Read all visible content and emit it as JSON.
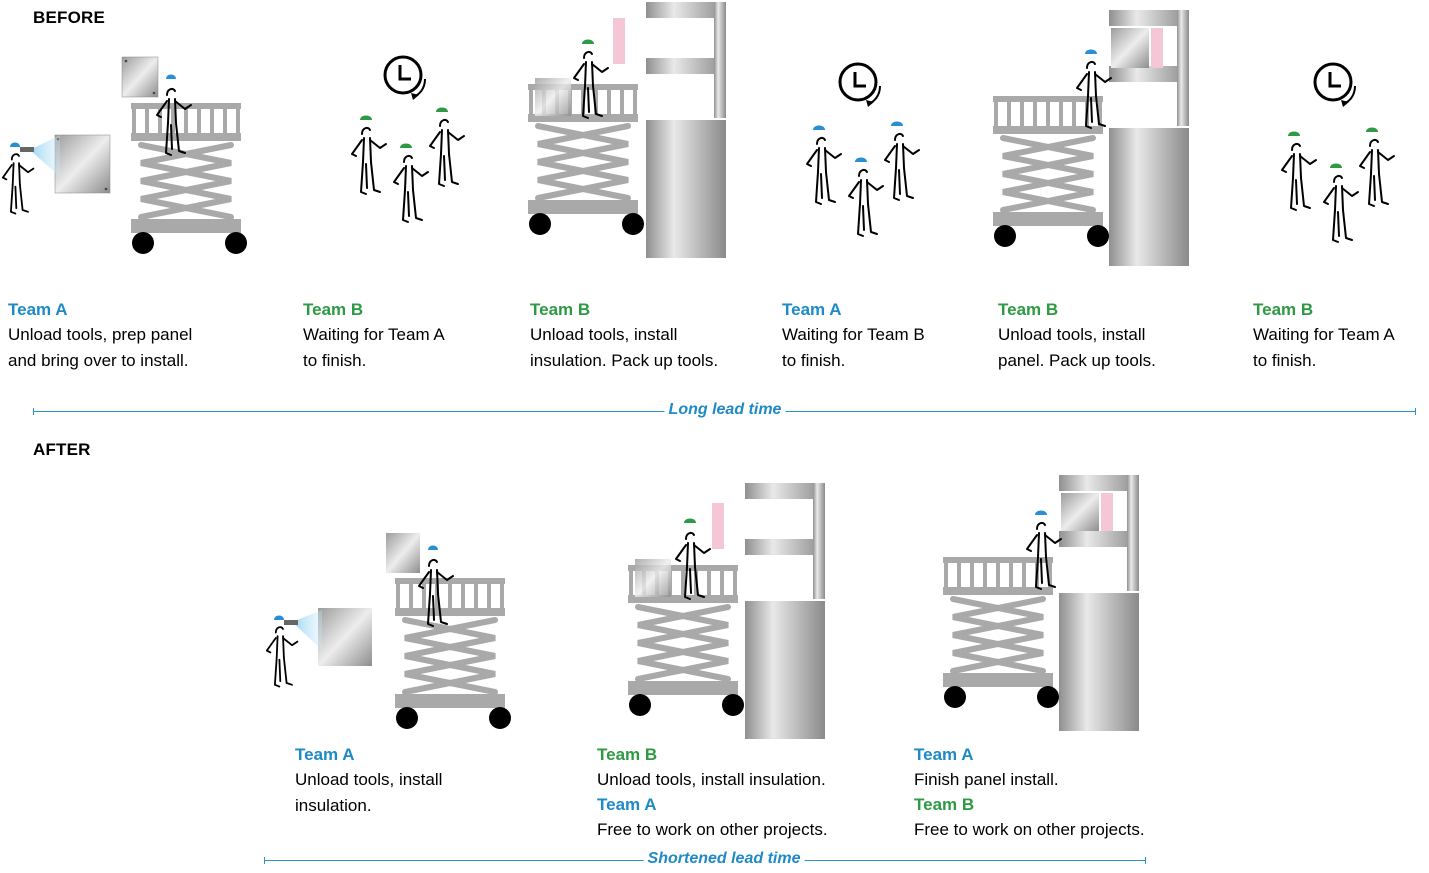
{
  "before": {
    "title": "BEFORE",
    "steps": [
      {
        "team": "Team A",
        "team_color": "#1e8ac6",
        "lines": [
          "Unload tools, prep panel",
          "and bring over to install."
        ]
      },
      {
        "team": "Team B",
        "team_color": "#2e9a44",
        "lines": [
          "Waiting for Team A",
          "to finish."
        ]
      },
      {
        "team": "Team B",
        "team_color": "#2e9a44",
        "lines": [
          "Unload tools, install",
          "insulation. Pack up tools."
        ]
      },
      {
        "team": "Team A",
        "team_color": "#1e8ac6",
        "lines": [
          "Waiting for Team B",
          "to finish."
        ]
      },
      {
        "team": "Team B",
        "team_color": "#2e9a44",
        "lines": [
          "Unload tools, install",
          "panel. Pack up tools."
        ]
      },
      {
        "team": "Team B",
        "team_color": "#2e9a44",
        "lines": [
          "Waiting for Team A",
          "to finish."
        ]
      }
    ],
    "lead_time_label": "Long lead time"
  },
  "after": {
    "title": "AFTER",
    "steps": [
      {
        "entries": [
          {
            "team": "Team A",
            "team_color": "#1e8ac6",
            "lines": [
              "Unload tools, install",
              "insulation."
            ]
          }
        ]
      },
      {
        "entries": [
          {
            "team": "Team B",
            "team_color": "#2e9a44",
            "lines": [
              "Unload tools, install insulation."
            ]
          },
          {
            "team": "Team A",
            "team_color": "#1e8ac6",
            "lines": [
              "Free to work on other projects."
            ]
          }
        ]
      },
      {
        "entries": [
          {
            "team": "Team A",
            "team_color": "#1e8ac6",
            "lines": [
              "Finish panel install."
            ]
          },
          {
            "team": "Team B",
            "team_color": "#2e9a44",
            "lines": [
              "Free to work on other projects."
            ]
          }
        ]
      }
    ],
    "lead_time_label": "Shortened lead time"
  },
  "colors": {
    "team_a_helmet": "#2a8fd0",
    "team_b_helmet": "#2e9a44",
    "lead_line": "#2b93c9",
    "metal": "#a9a9a9",
    "insulation": "#f4c6d6"
  }
}
